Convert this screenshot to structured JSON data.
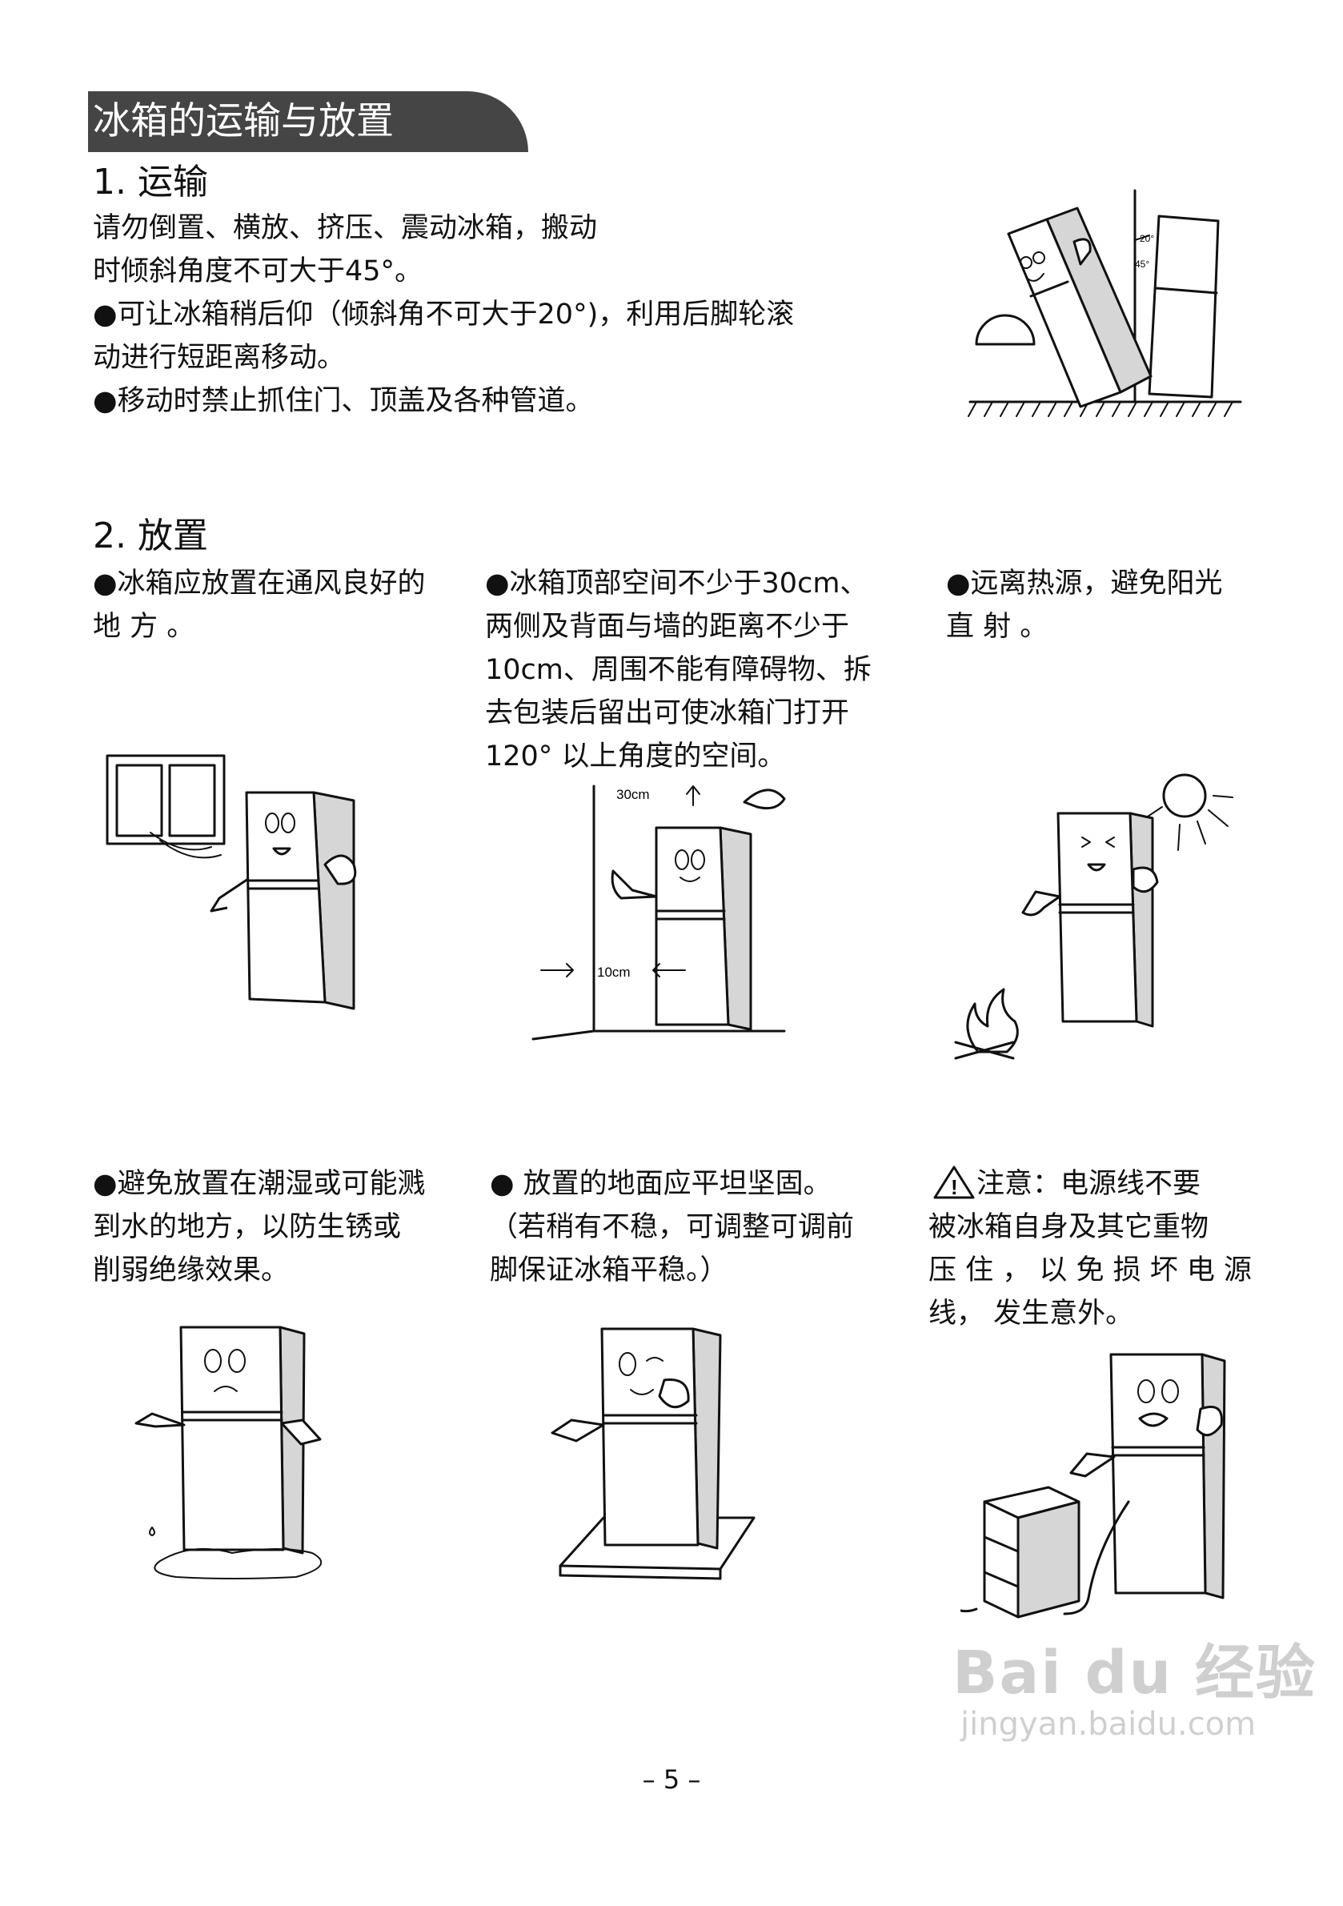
{
  "banner": {
    "title": "冰箱的运输与放置"
  },
  "section1": {
    "heading": "1. 运输",
    "lines": [
      "请勿倒置、横放、挤压、震动冰箱，搬动",
      "时倾斜角度不可大于45°。",
      "●可让冰箱稍后仰（倾斜角不可大于20°)，利用后脚轮滚",
      "动进行短距离移动。",
      "●移动时禁止抓住门、顶盖及各种管道。"
    ],
    "figure": {
      "angle1": "45°",
      "angle2": "20°"
    }
  },
  "section2": {
    "heading": "2. 放置",
    "items": [
      {
        "lines": [
          "●冰箱应放置在通风良好的",
          "地 方 。"
        ]
      },
      {
        "lines": [
          "●冰箱顶部空间不少于30cm、",
          "两侧及背面与墙的距离不少于",
          "10cm、周围不能有障碍物、拆",
          "去包装后留出可使冰箱门打开",
          "120°  以上角度的空间。"
        ],
        "labels": {
          "top": "30cm",
          "side": "10cm"
        }
      },
      {
        "lines": [
          "●远离热源，避免阳光",
          "直 射 。"
        ]
      },
      {
        "lines": [
          "●避免放置在潮湿或可能溅",
          "到水的地方，以防生锈或",
          "削弱绝缘效果。"
        ]
      },
      {
        "lines": [
          "● 放置的地面应平坦坚固。",
          "（若稍有不稳，可调整可调前",
          "脚保证冰箱平稳。）"
        ]
      },
      {
        "warning": "!",
        "lines": [
          "  注意：电源线不要",
          "被冰箱自身及其它重物",
          "压 住 ， 以 免 损 坏 电 源",
          "线， 发生意外。"
        ]
      }
    ]
  },
  "page_number": "– 5 –",
  "watermark": {
    "brand": "Bai du 经验",
    "url": "jingyan.baidu.com"
  }
}
